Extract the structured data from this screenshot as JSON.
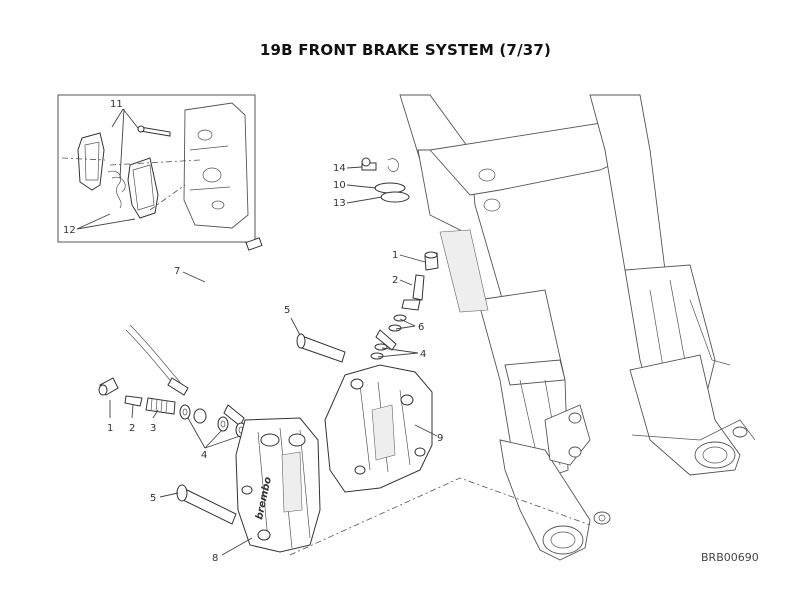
{
  "title": "19B FRONT BRAKE SYSTEM (7/37)",
  "drawing_code": "BRB00690",
  "callouts": {
    "c1_left": "1",
    "c2_left": "2",
    "c3_left": "3",
    "c4_left": "4",
    "c5_left": "5",
    "c8": "8",
    "c7": "7",
    "c5_top": "5",
    "c9": "9",
    "c1_right": "1",
    "c2_right": "2",
    "c6": "6",
    "c4_right": "4",
    "c14": "14",
    "c10": "10",
    "c13": "13",
    "c11": "11",
    "c12": "12"
  },
  "caliper_logo": "brembo"
}
